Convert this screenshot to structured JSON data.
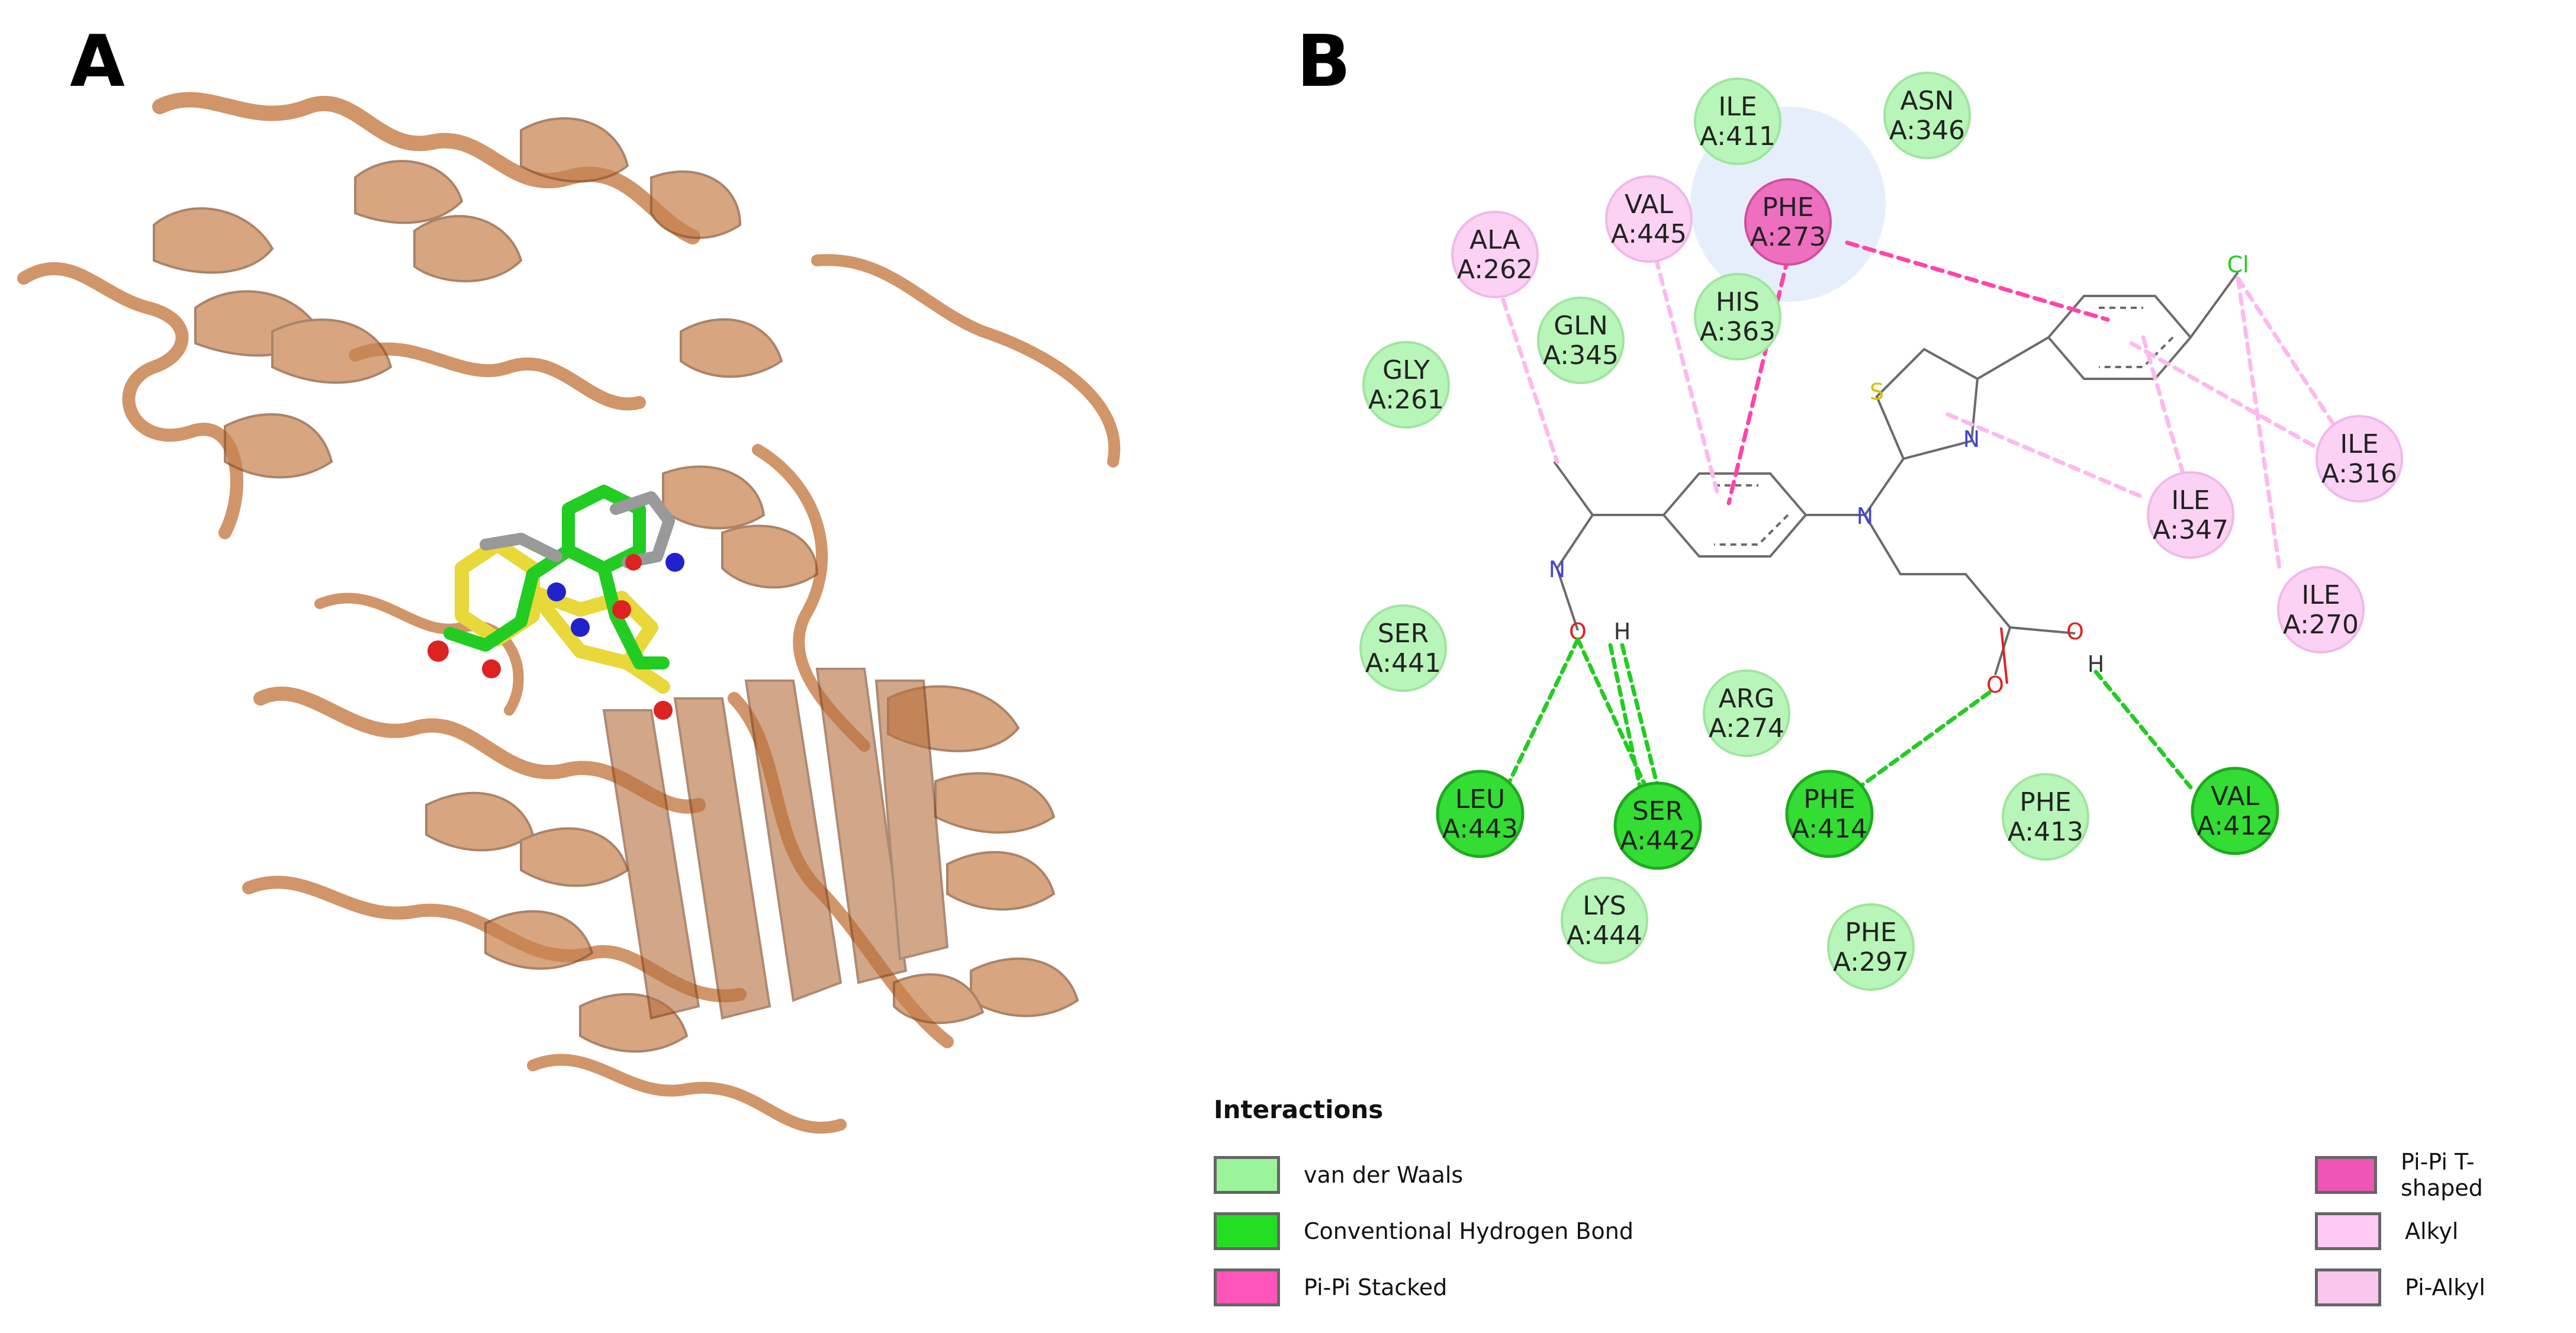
{
  "panels": {
    "a_label": "A",
    "b_label": "B"
  },
  "colors": {
    "vdw": "#9af59a",
    "hbond": "#22dd22",
    "pipi_stacked": "#ff55bb",
    "pipi_tshaped": "#ee55b5",
    "alkyl": "#ffc8f5",
    "pialkyl": "#f8c6ef",
    "ribbon": "#c8834f"
  },
  "residues": [
    {
      "line1": "ILE",
      "line2": "A:411",
      "type": "vdw"
    },
    {
      "line1": "ASN",
      "line2": "A:346",
      "type": "vdw"
    },
    {
      "line1": "ALA",
      "line2": "A:262",
      "type": "alkyl"
    },
    {
      "line1": "VAL",
      "line2": "A:445",
      "type": "alkyl"
    },
    {
      "line1": "PHE",
      "line2": "A:273",
      "type": "pipi"
    },
    {
      "line1": "GLN",
      "line2": "A:345",
      "type": "vdw"
    },
    {
      "line1": "HIS",
      "line2": "A:363",
      "type": "vdw"
    },
    {
      "line1": "GLY",
      "line2": "A:261",
      "type": "vdw"
    },
    {
      "line1": "ILE",
      "line2": "A:316",
      "type": "alkyl"
    },
    {
      "line1": "ILE",
      "line2": "A:347",
      "type": "alkyl"
    },
    {
      "line1": "ILE",
      "line2": "A:270",
      "type": "alkyl"
    },
    {
      "line1": "SER",
      "line2": "A:441",
      "type": "vdw"
    },
    {
      "line1": "ARG",
      "line2": "A:274",
      "type": "vdw"
    },
    {
      "line1": "LEU",
      "line2": "A:443",
      "type": "hbond"
    },
    {
      "line1": "SER",
      "line2": "A:442",
      "type": "hbond"
    },
    {
      "line1": "PHE",
      "line2": "A:414",
      "type": "hbond"
    },
    {
      "line1": "PHE",
      "line2": "A:413",
      "type": "vdw"
    },
    {
      "line1": "VAL",
      "line2": "A:412",
      "type": "hbond"
    },
    {
      "line1": "LYS",
      "line2": "A:444",
      "type": "vdw"
    },
    {
      "line1": "PHE",
      "line2": "A:297",
      "type": "vdw"
    }
  ],
  "atoms": {
    "cl": "Cl",
    "s": "S",
    "n": "N",
    "o": "O",
    "h": "H"
  },
  "legend": {
    "title": "Interactions",
    "items": [
      {
        "label": "van der Waals",
        "color": "#9af59a"
      },
      {
        "label": "Conventional Hydrogen Bond",
        "color": "#22dd22"
      },
      {
        "label": "Pi-Pi Stacked",
        "color": "#ff55bb"
      },
      {
        "label": "Pi-Pi T-shaped",
        "color": "#ee55b5"
      },
      {
        "label": "Alkyl",
        "color": "#ffc8f5"
      },
      {
        "label": "Pi-Alkyl",
        "color": "#f8c6ef"
      }
    ]
  }
}
